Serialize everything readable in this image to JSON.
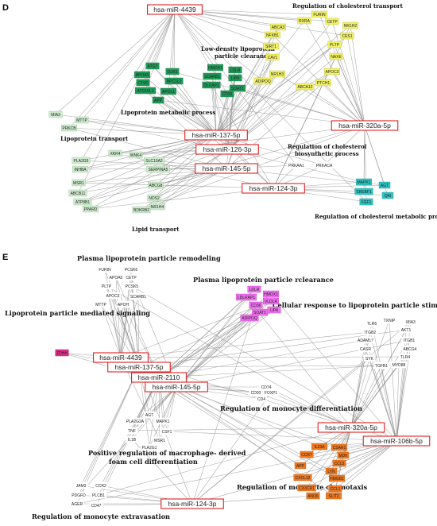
{
  "panel_d": {
    "letter": "D",
    "mirnas": [
      "hsa-miR-4439",
      "hsa-miR-137-5p",
      "hsa-miR-126-3p",
      "hsa-miR-145-5p",
      "hsa-miR-124-3p",
      "hsa-miR-320a-5p"
    ],
    "labels": {
      "cholesterol_transport": "Regulation of cholesterol transport",
      "ldl_clearance_1": "Low-density lipoprotein",
      "ldl_clearance_2": "particle clearance",
      "lipoprotein_metabolic": "Lipoprotein metabolic process",
      "lipoprotein_transport": "Lipoprotein transport",
      "chol_biosynth_1": "Regulation of cholesterol",
      "chol_biosynth_2": "biosynthetic process",
      "chol_metabolic": "Regulation of cholesterol metabolic process",
      "lipid_transport": "Lipid transport"
    },
    "genes": {
      "yellow": [
        "FURIN",
        "RXRA",
        "CETP",
        "ABCA3",
        "NR1H2",
        "NFKB1",
        "CES1",
        "SIRT1",
        "PLTP",
        "CAV1",
        "NAXE",
        "NR1H3",
        "ADIPOQ",
        "APOC3",
        "ABCA12",
        "PTCH1"
      ],
      "green_dark": [
        "ATG7",
        "OLR1",
        "APOA5",
        "CTSD",
        "NPC1L1",
        "ATG16L1",
        "APOL1",
        "APP",
        "HMOX1",
        "LDLR",
        "SCARB1",
        "LIPA",
        "DLRAP1",
        "SOAT1",
        "CD36"
      ],
      "green_light": [
        "MIA3",
        "MTTP",
        "PRKCB",
        "XKR4",
        "WNK4",
        "PLA2G5",
        "SLC10A2",
        "INHBA",
        "SERPINA5",
        "MSR1",
        "ABCG8",
        "ABCB11",
        "NOS2",
        "ATP8B1",
        "NR1H4",
        "PPARD",
        "BDKRB2"
      ],
      "biosynth": [
        "PRKAA1",
        "PRKACA"
      ],
      "teal": [
        "MAPK1",
        "AGT",
        "SREBF1",
        "QKI",
        "FGF1"
      ]
    }
  },
  "panel_e": {
    "letter": "E",
    "mirnas": [
      "hsa-miR-4439",
      "hsa-miR-137-5p",
      "hsa-miR-2110",
      "hsa-miR-145-5p",
      "hsa-miR-320a-5p",
      "hsa-miR-106b-5p",
      "hsa-miR-124-3p"
    ],
    "labels": {
      "remodeling": "Plasma lipoprotein particle remodeling",
      "clearance": "Plasma lipoprotein particle rclearance",
      "cellular_response": "Cellular response to lipoprotein particle stimulus",
      "mediated_signaling": "Lipoprotein particle mediated signaling",
      "monocyte_diff": "Regulation of monocyte differentiation",
      "foam_1": "Positive regulation of macrophage- derived",
      "foam_2": "foam cell differentiation",
      "chemotaxis": "Regulation of monocyte chemotaxis",
      "extravasation": "Regulation of monocyte extravasation"
    },
    "genes": {
      "brown": [
        "FURIN",
        "PCSK6",
        "APOA5",
        "CETP",
        "PLTP",
        "PCSK5",
        "APOC3",
        "SCARB1",
        "MTTP",
        "APOH"
      ],
      "magenta": [
        "LDLR",
        "LDLRAP1",
        "HMOX1",
        "CD36",
        "VLDLR",
        "SOAT1",
        "LIPA",
        "ADIPOQ"
      ],
      "blue": [
        "TLR6",
        "TXNIP",
        "MIA3",
        "ITGB2",
        "AKT1",
        "ADAM17",
        "ITGB1",
        "CASR",
        "ABCG4",
        "SYK",
        "TLR4",
        "TGFB1",
        "MYD88"
      ],
      "signaling": [
        "ZDHH"
      ],
      "gray": [
        "CD74",
        "CD93",
        "FOXP1",
        "CD4"
      ],
      "red": [
        "AGT",
        "PLA2G2A",
        "MAPK1",
        "TNF",
        "CSF1",
        "IL1B",
        "MSR1",
        "PLA2G1"
      ],
      "orange": [
        "IL23A",
        "CSAR1",
        "CCR7",
        "MDK",
        "CCL5",
        "APP",
        "LYN",
        "CXCL12",
        "HMGB1",
        "CX3CR1",
        "CCL1",
        "ANO6",
        "SLIT2"
      ],
      "purple": [
        "JAM3",
        "CCR2",
        "PDGFD",
        "PLCB1",
        "AGER",
        "CD47"
      ]
    }
  }
}
